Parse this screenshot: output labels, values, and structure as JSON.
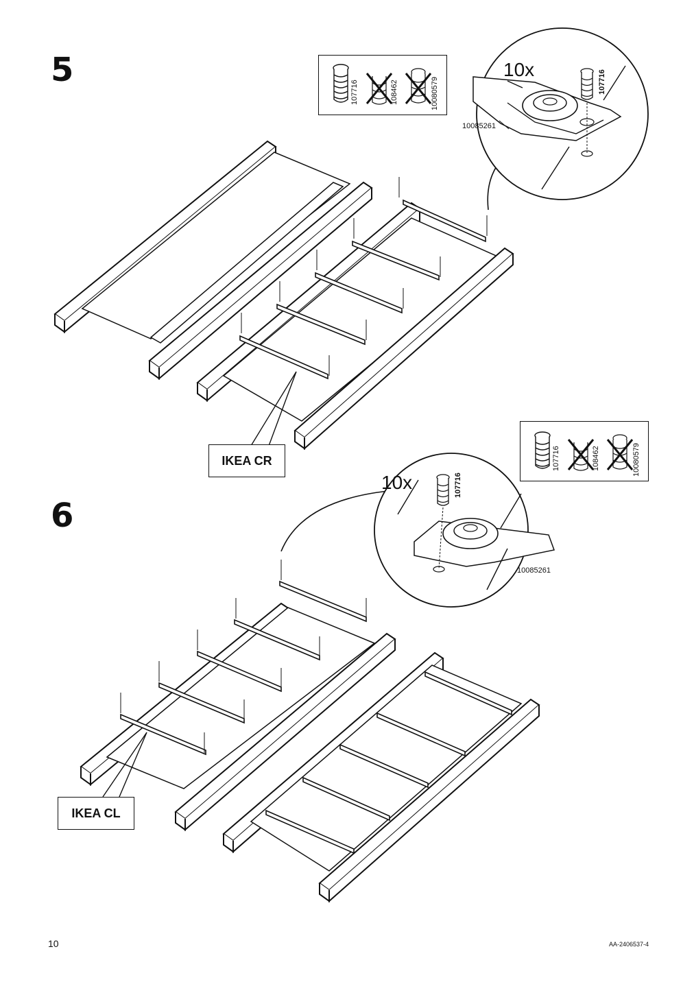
{
  "steps": [
    {
      "number": "5",
      "quantity": "10x",
      "screw_ok": "107716",
      "screw_no_1": "108462",
      "screw_no_2": "10080579",
      "bracket_id": "10085261",
      "detail_screw": "107716",
      "part_label": "IKEA CR"
    },
    {
      "number": "6",
      "quantity": "10x",
      "screw_ok": "107716",
      "screw_no_1": "108462",
      "screw_no_2": "10080579",
      "bracket_id": "10085261",
      "detail_screw": "107716",
      "part_label": "IKEA CL"
    }
  ],
  "footer": {
    "page_number": "10",
    "doc_id": "AA-2406537-4"
  }
}
